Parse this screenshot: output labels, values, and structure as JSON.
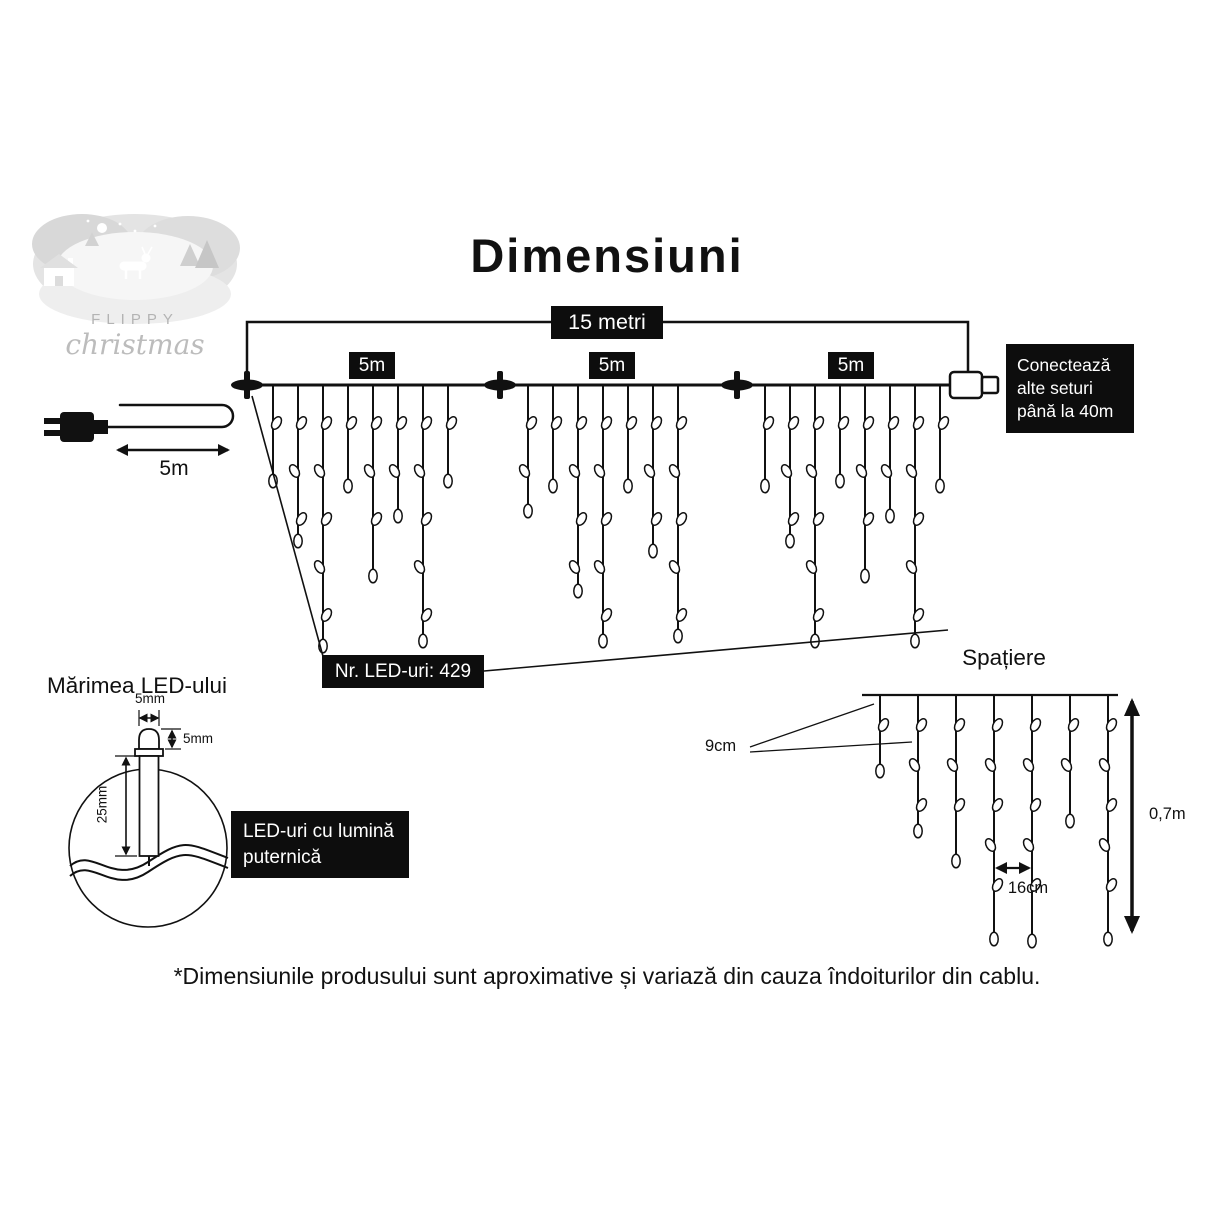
{
  "title": "Dimensiuni",
  "logo": {
    "brand_top": "FLIPPY",
    "brand_script": "christmas"
  },
  "dimensions": {
    "total_length": "15 metri",
    "segments": [
      "5m",
      "5m",
      "5m"
    ],
    "lead_length": "5m",
    "connect_note": {
      "line1": "Conectează",
      "line2": "alte seturi",
      "line3": "până la 40m"
    },
    "led_count": "Nr. LED-uri: 429"
  },
  "led_size": {
    "title": "Mărimea LED-ului",
    "width_label": "5mm",
    "cap_label": "5mm",
    "length_label": "25mm",
    "badge": {
      "line1": "LED-uri cu lumină",
      "line2": "puternică"
    }
  },
  "spacing": {
    "title": "Spațiere",
    "vertical_gap": "9cm",
    "horizontal_gap": "16cm",
    "drop_length": "0,7m"
  },
  "footnote": "*Dimensiunile produsului sunt aproximative și variază din cauza îndoiturilor din cablu."
}
